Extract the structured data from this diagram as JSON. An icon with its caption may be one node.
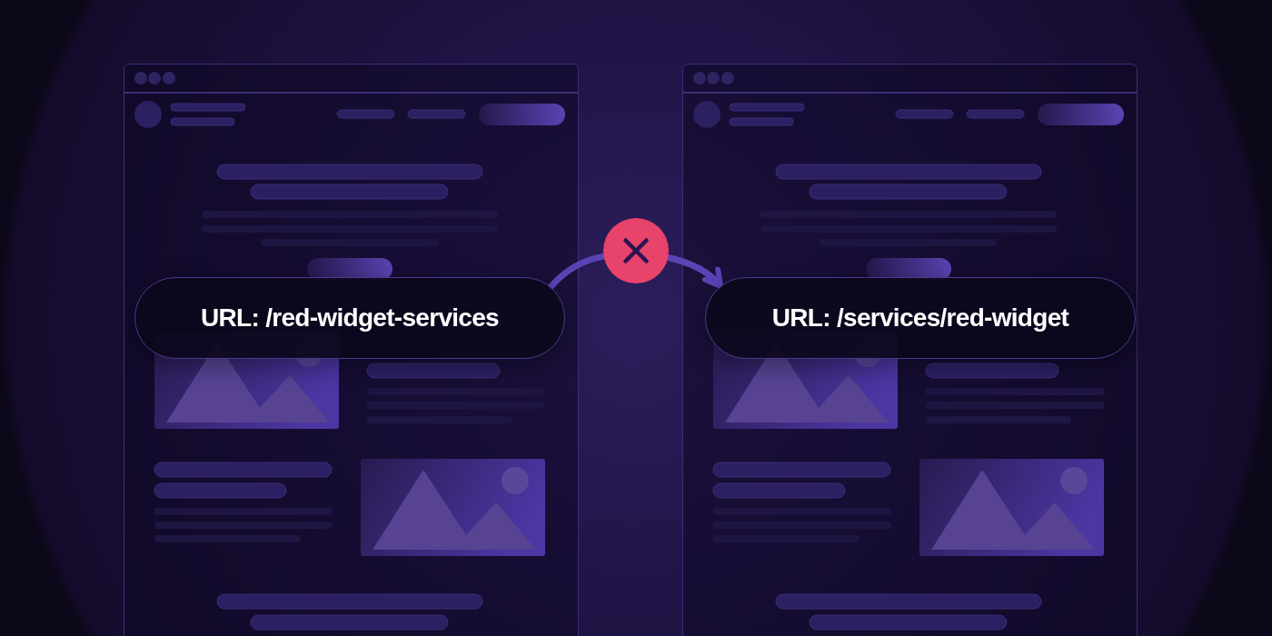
{
  "diagram": {
    "nodes": [
      {
        "text": [
          "URL: /red-widget-services"
        ]
      },
      {
        "text": [],
        "shape": "circle"
      },
      {
        "text": [
          "URL: /services/red-widget"
        ]
      }
    ],
    "edges": [
      {
        "from": 0,
        "to": 1,
        "arrow": "none"
      },
      {
        "from": 1,
        "to": 2,
        "arrow": "to"
      }
    ]
  }
}
